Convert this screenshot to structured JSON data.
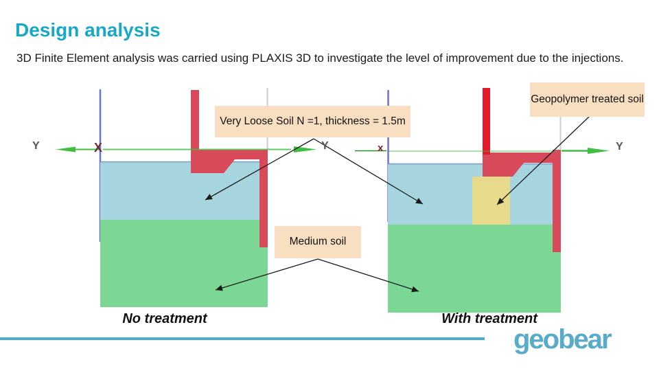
{
  "slide": {
    "title": "Design analysis",
    "subtitle": "3D Finite Element analysis was carried using PLAXIS 3D to investigate the level of improvement due to the injections."
  },
  "annotations": {
    "very_loose_soil": "Very Loose Soil N =1, thickness = 1.5m",
    "medium_soil": "Medium soil",
    "geopolymer": "Geopolymer treated soil"
  },
  "captions": {
    "left": "No treatment",
    "right": "With treatment"
  },
  "axis_labels": {
    "y_far_left": "Y",
    "x_origin_left": "X",
    "y_middle": "Y",
    "x_origin_right": "x",
    "y_far_right": "Y"
  },
  "logo_text": "geobear",
  "colors": {
    "title_teal": "#18a8c7",
    "footer_line_teal": "#4badc9",
    "logo_blue": "#58acca",
    "annotation_box_bg": "#f9dfc2",
    "loose_soil_blue": "#a6d5df",
    "soil_top_border_blue": "#7b9bc2",
    "medium_soil_green": "#7cd795",
    "structure_red": "#d84a59",
    "column_bright_red": "#e5182e",
    "geopolymer_yellow": "#e7db8b",
    "axis_green": "#3fbe41",
    "axis_green_dark": "#2e8c33",
    "axis_blue": "#6b74c9",
    "axis_gray": "#cccccc",
    "arrow_black": "#1a1a1a"
  }
}
